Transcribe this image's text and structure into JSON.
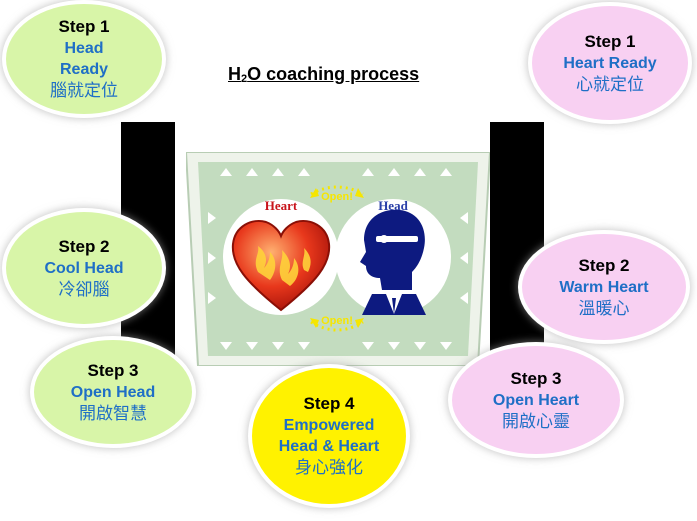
{
  "title": {
    "main": "H",
    "sub": "2",
    "rest": "O coaching process"
  },
  "center": {
    "heart_label": "Heart",
    "head_label": "Head",
    "open_top": "Open!",
    "open_bottom": "Open!"
  },
  "ovals": {
    "head_step1": {
      "step": "Step 1",
      "line1": "Head",
      "line2": "Ready",
      "cjk": "腦就定位"
    },
    "heart_step1": {
      "step": "Step 1",
      "line1": "Heart Ready",
      "cjk": "心就定位"
    },
    "head_step2": {
      "step": "Step 2",
      "line1": "Cool Head",
      "cjk": "冷卻腦"
    },
    "heart_step2": {
      "step": "Step 2",
      "line1": "Warm Heart",
      "cjk": "溫暖心"
    },
    "head_step3": {
      "step": "Step 3",
      "line1": "Open Head",
      "cjk": "開啟智慧"
    },
    "heart_step3": {
      "step": "Step 3",
      "line1": "Open Heart",
      "cjk": "開啟心靈"
    },
    "step4": {
      "step": "Step 4",
      "line1": "Empowered",
      "line2": "Head & Heart",
      "cjk": "身心強化"
    }
  },
  "colors": {
    "green_oval": "#d8f5a8",
    "pink_oval": "#f8d0f2",
    "yellow_oval": "#fff200",
    "text_blue": "#1f6fc6",
    "panel_green": "#c3dcbf",
    "heart_red": "#e8381c",
    "head_navy": "#0d1a80"
  }
}
